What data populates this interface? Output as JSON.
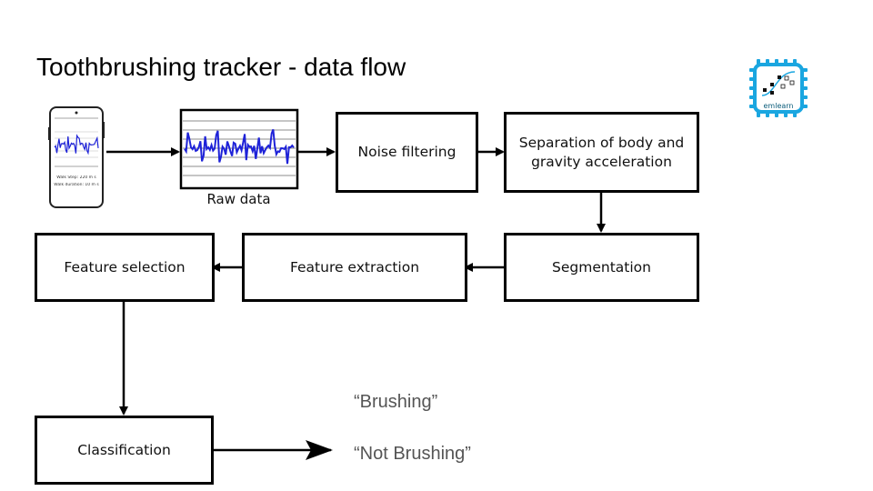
{
  "title": "Toothbrushing tracker - data flow",
  "logo": {
    "text": "emlearn",
    "color": "#1aa6e0"
  },
  "phone": {
    "line1": "Walk Step: 220 m s",
    "line2": "Walk duration: 10 m s"
  },
  "raw_data_label": "Raw data",
  "boxes": {
    "noise_filtering": "Noise filtering",
    "separation": "Separation of body and gravity acceleration",
    "segmentation": "Segmentation",
    "feature_extraction": "Feature extraction",
    "feature_selection": "Feature selection",
    "classification": "Classification"
  },
  "outputs": {
    "brushing": "“Brushing”",
    "not_brushing": "“Not Brushing”"
  },
  "colors": {
    "signal": "#1e22d8",
    "text_gray": "#555555"
  }
}
